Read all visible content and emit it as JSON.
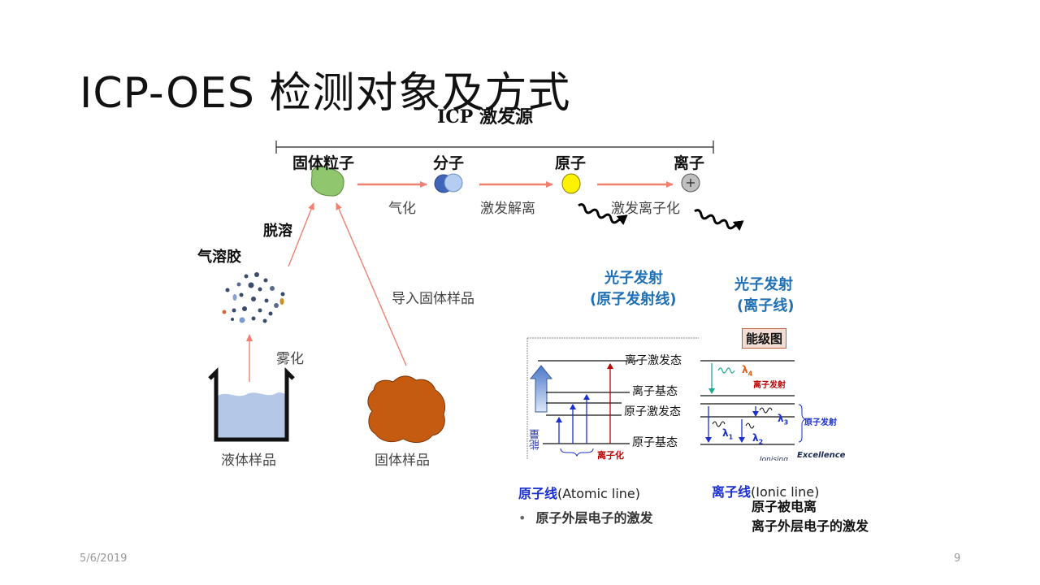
{
  "slide": {
    "title": "ICP-OES 检测对象及方式",
    "date": "5/6/2019",
    "page_number": "9"
  },
  "process": {
    "source_label": "ICP  激发源",
    "stages": [
      "固体粒子",
      "分子",
      "原子",
      "离子"
    ],
    "step_labels": [
      "气化",
      "激发解离",
      "激发离子化"
    ],
    "desolvation": "脱溶",
    "aerosol": "气溶胶",
    "nebulization": "雾化",
    "solid_intro": "导入固体样品",
    "liquid_sample": "液体样品",
    "solid_sample": "固体样品"
  },
  "emission": {
    "atomic_line1": "光子发射",
    "atomic_line2": "(原子发射线)",
    "ionic_line1": "光子发射",
    "ionic_line2": "(离子线)"
  },
  "energy_diagram": {
    "badge": "能级图",
    "levels": [
      "离子激发态",
      "离子基态",
      "原子激发态",
      "原子基态"
    ],
    "energy_axis": "能量",
    "ionization": "离子化",
    "ion_emission": "离子发射",
    "atom_emission": "原子发射",
    "lambda4": "λ",
    "lambda4_sub": "4",
    "lambda3": "λ",
    "lambda3_sub": "3",
    "lambda1": "λ",
    "lambda1_sub": "1",
    "lambda2": "λ",
    "lambda2_sub": "2",
    "excellence": "Excellence",
    "ionising": "Ionising"
  },
  "atomic_line": {
    "term": "原子线",
    "english": "(Atomic line)",
    "bullet": "原子外层电子的激发"
  },
  "ionic_line": {
    "term": "离子线",
    "english": "(Ionic line)",
    "line1": "原子被电离",
    "line2": "离子外层电子的激发"
  },
  "colors": {
    "arrow": "#f08070",
    "blue_text": "#1f6fb4",
    "solid_particle": "#8fc66e",
    "atom": "#fff200",
    "ion": "#bfbfbf",
    "solid_sample": "#c55a11",
    "liquid": "#b4c7e7"
  }
}
